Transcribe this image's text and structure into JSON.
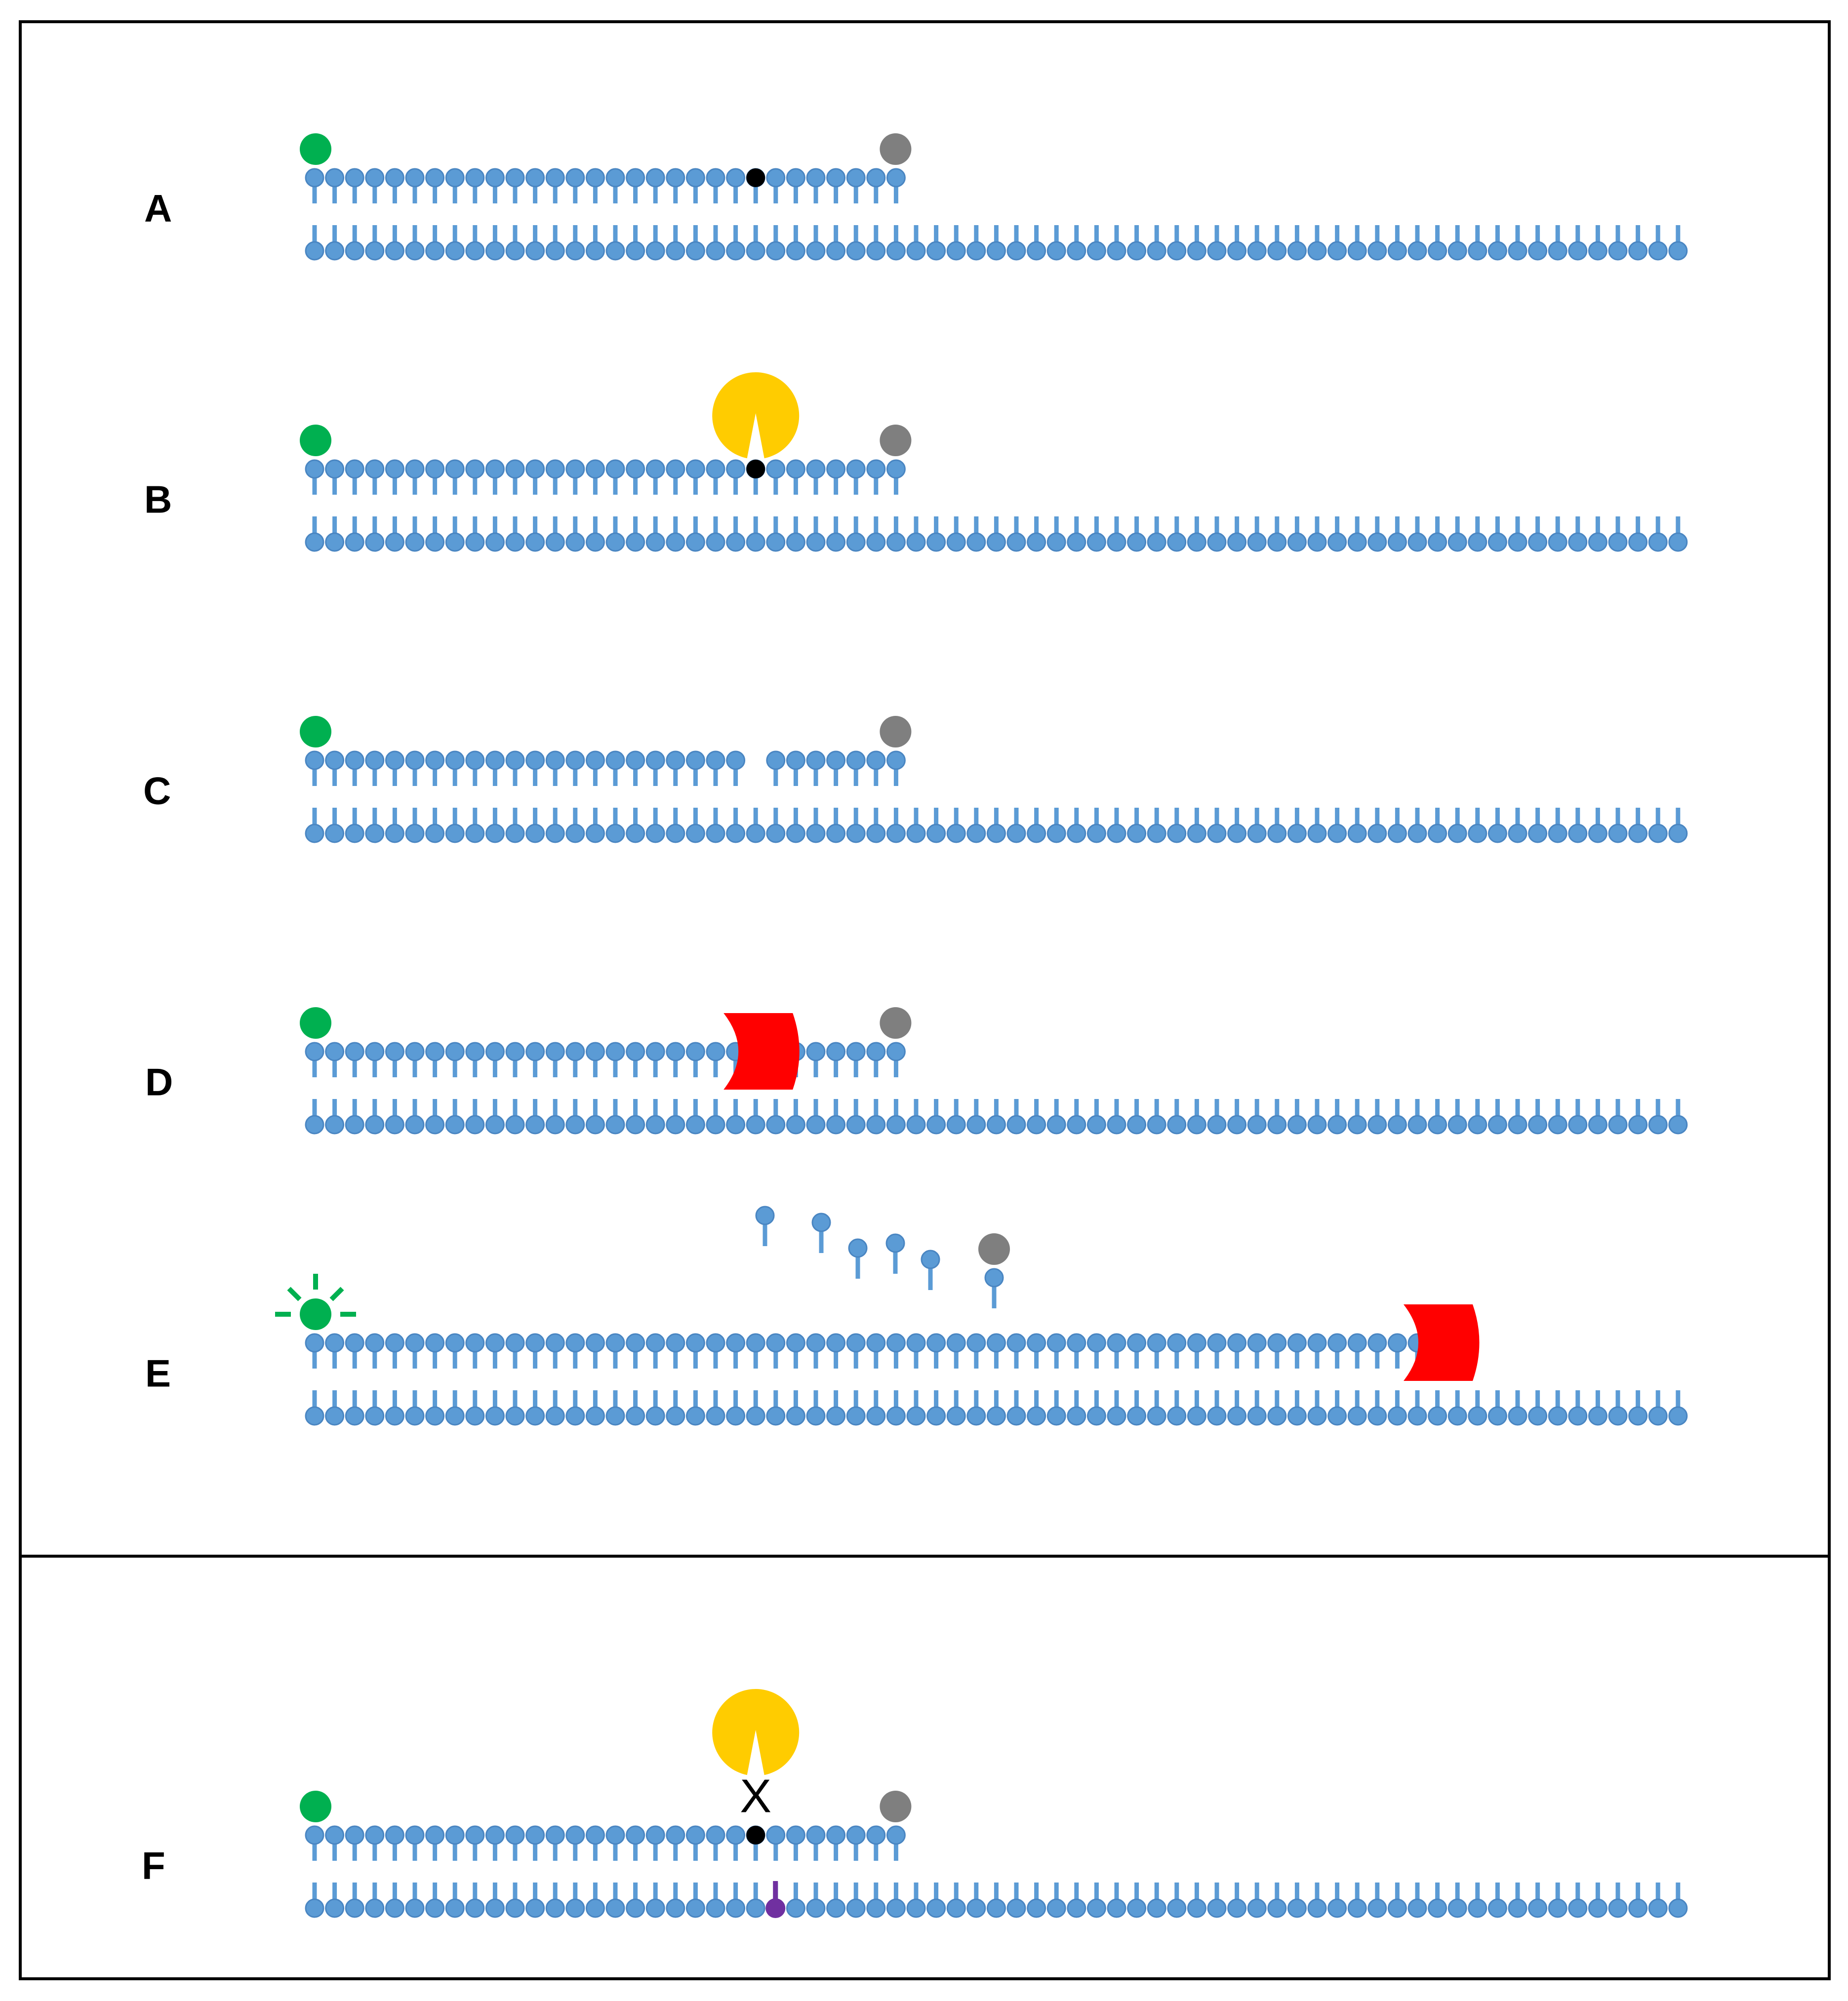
{
  "colors": {
    "dna": "#5B9BD5",
    "dna_dark": "#4A86C2",
    "fluorophore": "#00B050",
    "quencher": "#7F7F7F",
    "cleavage_site": "#000000",
    "endonuclease": "#FFCC00",
    "polymerase": "#FF0000",
    "modification": "#7030A0",
    "frame": "#000000",
    "background": "#FFFFFF"
  },
  "panels": [
    {
      "label": "A",
      "state": "probe-hybridized",
      "probe": "intact",
      "fluorophore": "quenched",
      "enzyme": "none"
    },
    {
      "label": "B",
      "state": "endonuclease-bound",
      "probe": "intact",
      "fluorophore": "quenched",
      "enzyme": "endonuclease"
    },
    {
      "label": "C",
      "state": "probe-cleaved",
      "probe": "nicked",
      "fluorophore": "quenched",
      "enzyme": "none"
    },
    {
      "label": "D",
      "state": "polymerase-bound",
      "probe": "nicked",
      "fluorophore": "quenched",
      "enzyme": "polymerase"
    },
    {
      "label": "E",
      "state": "strand-displaced",
      "probe": "released",
      "fluorophore": "emitting",
      "enzyme": "polymerase"
    },
    {
      "label": "F",
      "state": "cleavage-blocked",
      "probe": "intact",
      "fluorophore": "quenched",
      "enzyme": "endonuclease",
      "blocked_mark": "X",
      "template_modification": true
    }
  ],
  "icons": {
    "fluorophore": "green-sphere-icon",
    "quencher": "gray-sphere-icon",
    "endonuclease": "yellow-pacman-icon",
    "polymerase": "red-clamp-icon",
    "cleavage_site": "black-dot-icon",
    "emission": "light-burst-icon",
    "modification": "purple-lollipop-icon"
  }
}
